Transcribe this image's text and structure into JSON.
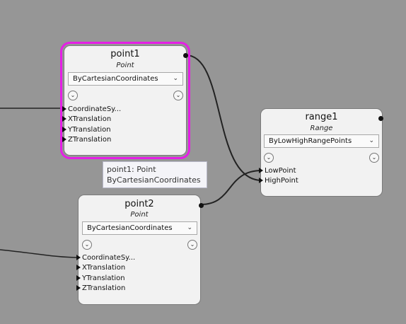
{
  "nodes": {
    "point1": {
      "title": "point1",
      "type": "Point",
      "method": "ByCartesianCoordinates",
      "inputs": [
        "CoordinateSy...",
        "XTranslation",
        "YTranslation",
        "ZTranslation"
      ]
    },
    "point2": {
      "title": "point2",
      "type": "Point",
      "method": "ByCartesianCoordinates",
      "inputs": [
        "CoordinateSy...",
        "XTranslation",
        "YTranslation",
        "ZTranslation"
      ]
    },
    "range1": {
      "title": "range1",
      "type": "Range",
      "method": "ByLowHighRangePoints",
      "inputs": [
        "LowPoint",
        "HighPoint"
      ]
    }
  },
  "tooltip": {
    "line1": "point1: Point",
    "line2": "ByCartesianCoordinates"
  },
  "icons": {
    "dropdown_caret": "chevron-down",
    "expand": "chevron-down-circle",
    "port": "triangle-right"
  },
  "colors": {
    "background": "#969696",
    "node_fill": "#f2f2f2",
    "selection": "#e61ee6",
    "wire": "#222222"
  }
}
